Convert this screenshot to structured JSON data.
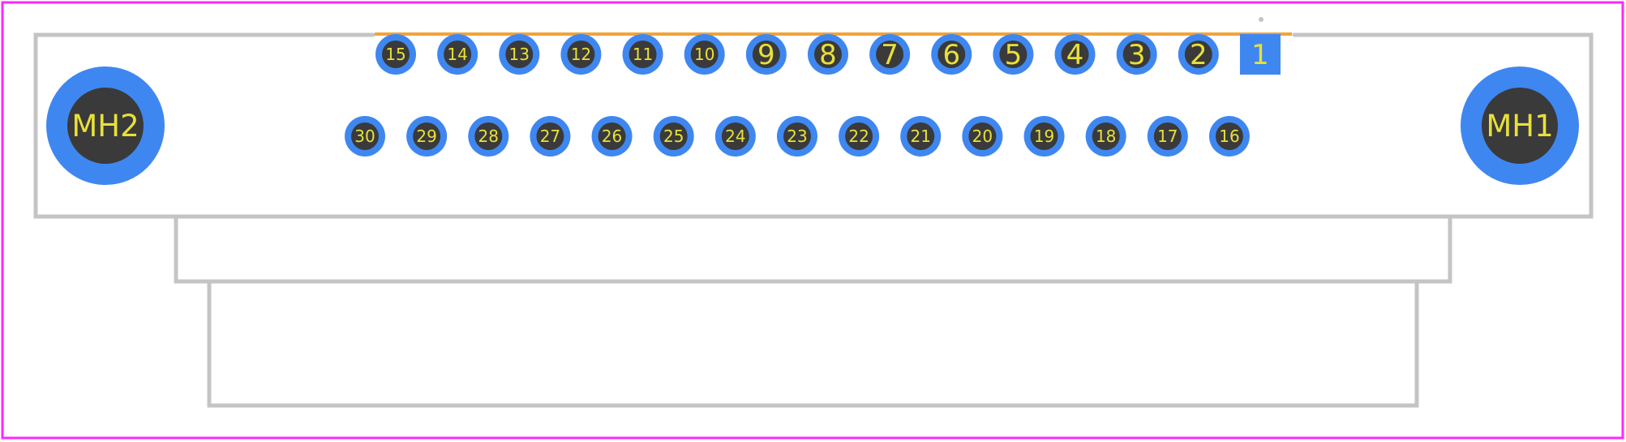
{
  "colors": {
    "background": "#ffffff",
    "border": "#ff26ff",
    "silkscreen": "#c4c4c4",
    "courtyard": "#f2a33a",
    "pad": "#3f87f0",
    "hole": "#3a3a3a",
    "label": "#e8e03a"
  },
  "mounting_holes": [
    {
      "label": "MH2"
    },
    {
      "label": "MH1"
    }
  ],
  "pins_top_row": [
    {
      "label": "15",
      "shape": "round"
    },
    {
      "label": "14",
      "shape": "round"
    },
    {
      "label": "13",
      "shape": "round"
    },
    {
      "label": "12",
      "shape": "round"
    },
    {
      "label": "11",
      "shape": "round"
    },
    {
      "label": "10",
      "shape": "round"
    },
    {
      "label": "9",
      "shape": "round"
    },
    {
      "label": "8",
      "shape": "round"
    },
    {
      "label": "7",
      "shape": "round"
    },
    {
      "label": "6",
      "shape": "round"
    },
    {
      "label": "5",
      "shape": "round"
    },
    {
      "label": "4",
      "shape": "round"
    },
    {
      "label": "3",
      "shape": "round"
    },
    {
      "label": "2",
      "shape": "round"
    },
    {
      "label": "1",
      "shape": "square"
    }
  ],
  "pins_bottom_row": [
    {
      "label": "30"
    },
    {
      "label": "29"
    },
    {
      "label": "28"
    },
    {
      "label": "27"
    },
    {
      "label": "26"
    },
    {
      "label": "25"
    },
    {
      "label": "24"
    },
    {
      "label": "23"
    },
    {
      "label": "22"
    },
    {
      "label": "21"
    },
    {
      "label": "20"
    },
    {
      "label": "19"
    },
    {
      "label": "18"
    },
    {
      "label": "17"
    },
    {
      "label": "16"
    }
  ]
}
